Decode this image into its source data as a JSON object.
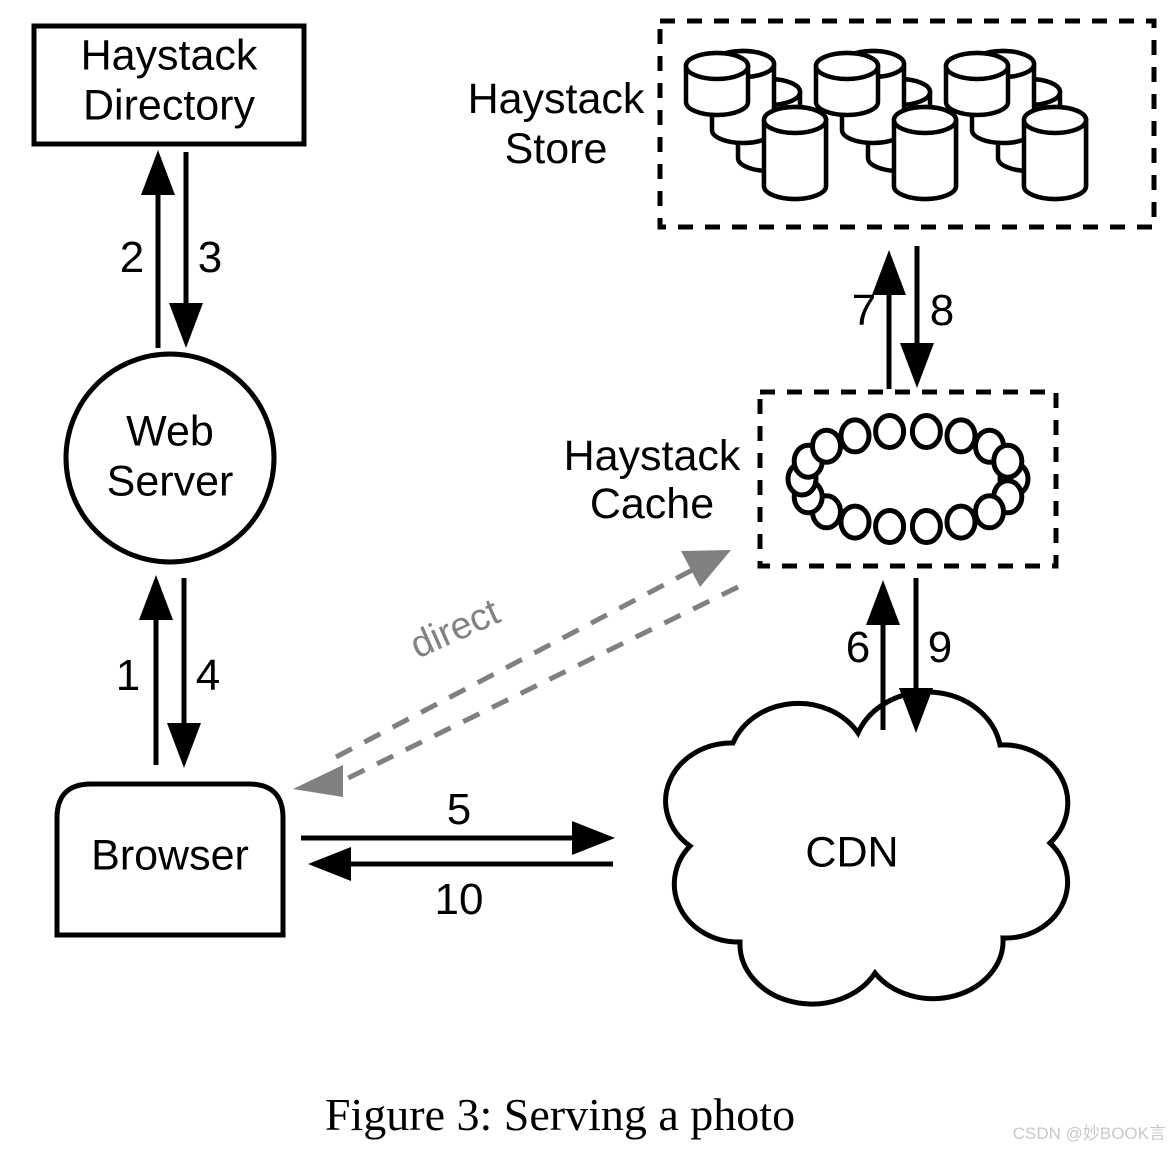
{
  "figure": {
    "caption": "Figure 3: Serving a photo",
    "watermark": "CSDN @妙BOOK言"
  },
  "nodes": {
    "haystack_directory": {
      "line1": "Haystack",
      "line2": "Directory",
      "shape": "rectangle"
    },
    "web_server": {
      "line1": "Web",
      "line2": "Server",
      "shape": "circle"
    },
    "browser": {
      "label": "Browser",
      "shape": "rounded-top-rectangle"
    },
    "haystack_store": {
      "line1": "Haystack",
      "line2": "Store",
      "shape": "dashed-box-with-disk-stacks",
      "disk_groups": 3,
      "disks_per_group": 4
    },
    "haystack_cache": {
      "line1": "Haystack",
      "line2": "Cache",
      "shape": "dashed-box-with-node-ring",
      "ring_nodes": 18
    },
    "cdn": {
      "label": "CDN",
      "shape": "cloud"
    }
  },
  "edges": [
    {
      "id": "e1",
      "label": "1",
      "from": "browser",
      "to": "web_server",
      "direction": "up",
      "style": "solid"
    },
    {
      "id": "e2",
      "label": "2",
      "from": "web_server",
      "to": "haystack_directory",
      "direction": "up",
      "style": "solid"
    },
    {
      "id": "e3",
      "label": "3",
      "from": "haystack_directory",
      "to": "web_server",
      "direction": "down",
      "style": "solid"
    },
    {
      "id": "e4",
      "label": "4",
      "from": "web_server",
      "to": "browser",
      "direction": "down",
      "style": "solid"
    },
    {
      "id": "e5",
      "label": "5",
      "from": "browser",
      "to": "cdn",
      "direction": "right",
      "style": "solid"
    },
    {
      "id": "e6",
      "label": "6",
      "from": "cdn",
      "to": "haystack_cache",
      "direction": "up",
      "style": "solid"
    },
    {
      "id": "e7",
      "label": "7",
      "from": "haystack_cache",
      "to": "haystack_store",
      "direction": "up",
      "style": "solid"
    },
    {
      "id": "e8",
      "label": "8",
      "from": "haystack_store",
      "to": "haystack_cache",
      "direction": "down",
      "style": "solid"
    },
    {
      "id": "e9",
      "label": "9",
      "from": "haystack_cache",
      "to": "cdn",
      "direction": "down",
      "style": "solid"
    },
    {
      "id": "e10",
      "label": "10",
      "from": "cdn",
      "to": "browser",
      "direction": "left",
      "style": "solid"
    },
    {
      "id": "edirect",
      "label": "direct",
      "from": "browser",
      "to": "haystack_cache",
      "direction": "bidirectional",
      "style": "dashed",
      "color": "#808080"
    }
  ],
  "colors": {
    "stroke": "#000000",
    "background": "#ffffff",
    "direct_arrow": "#808080",
    "watermark": "#c8c8c8"
  }
}
